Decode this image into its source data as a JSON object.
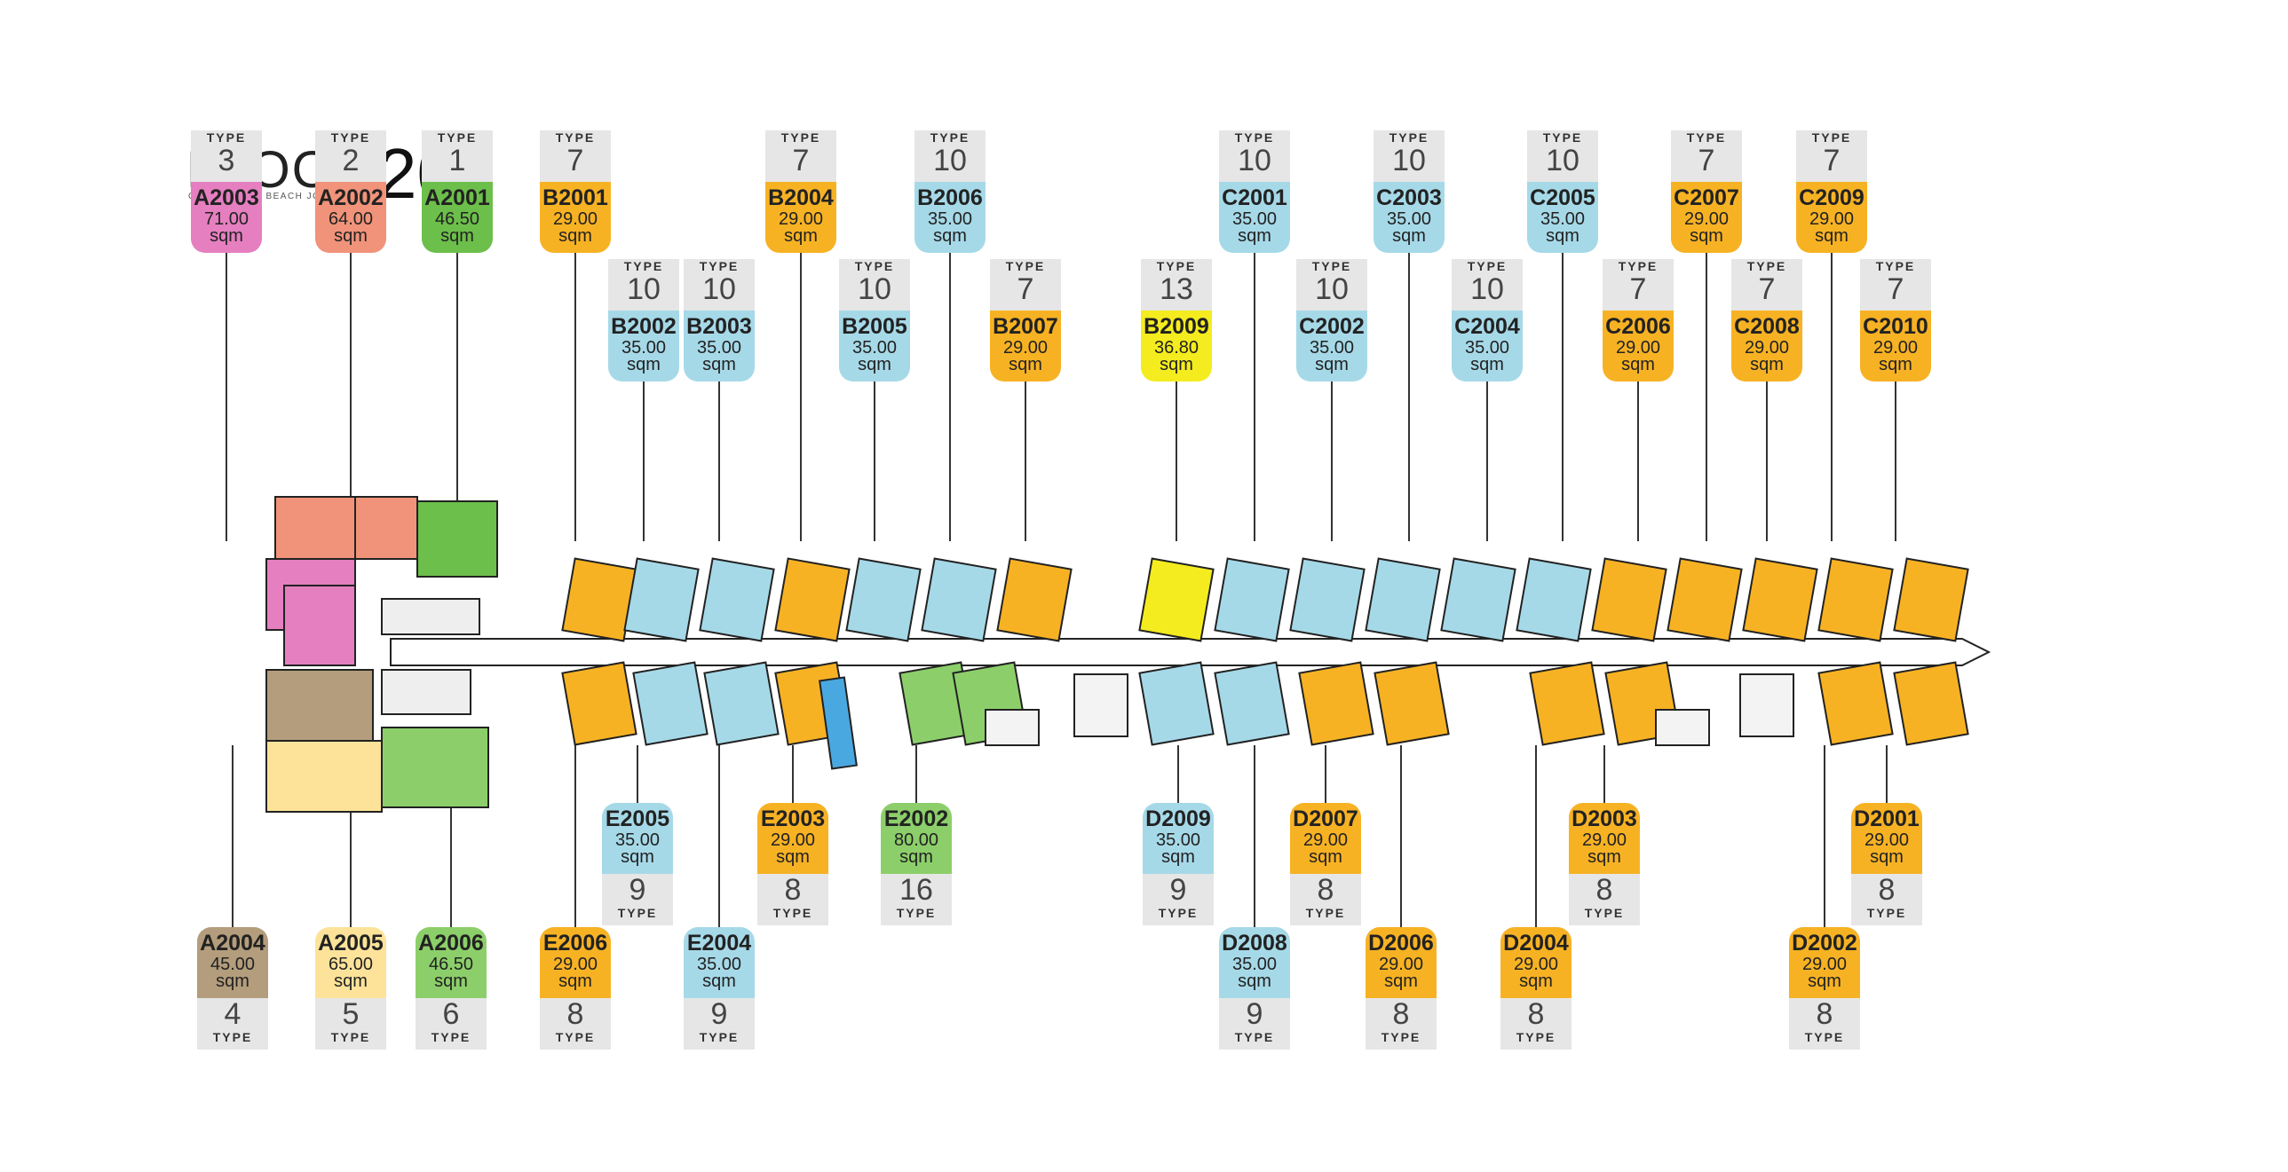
{
  "header": {
    "floor_label": "FLOOR",
    "floor_number": "20",
    "subtitle": "COPACABANA BEACH JOMTIEN"
  },
  "labels": {
    "type_word": "TYPE",
    "unit_word": "sqm"
  },
  "colors": {
    "pink": "#e57fc0",
    "salmon": "#f0937a",
    "green": "#6cbf4a",
    "orange": "#f7b224",
    "blue": "#a6d9e8",
    "yellow": "#f4ec1e",
    "tan": "#b39d7c",
    "lightyellow": "#fde39a",
    "lightgreen": "#8ccf6a",
    "gray": "#e6e6e6"
  },
  "units_top_row1": [
    {
      "id": "A2003",
      "type": "3",
      "area": "71.00",
      "color": "pink"
    },
    {
      "id": "A2002",
      "type": "2",
      "area": "64.00",
      "color": "salmon"
    },
    {
      "id": "A2001",
      "type": "1",
      "area": "46.50",
      "color": "green"
    },
    {
      "id": "B2001",
      "type": "7",
      "area": "29.00",
      "color": "orange"
    },
    {
      "id": "B2004",
      "type": "7",
      "area": "29.00",
      "color": "orange"
    },
    {
      "id": "B2006",
      "type": "10",
      "area": "35.00",
      "color": "blue"
    },
    {
      "id": "C2001",
      "type": "10",
      "area": "35.00",
      "color": "blue"
    },
    {
      "id": "C2003",
      "type": "10",
      "area": "35.00",
      "color": "blue"
    },
    {
      "id": "C2005",
      "type": "10",
      "area": "35.00",
      "color": "blue"
    },
    {
      "id": "C2007",
      "type": "7",
      "area": "29.00",
      "color": "orange"
    },
    {
      "id": "C2009",
      "type": "7",
      "area": "29.00",
      "color": "orange"
    }
  ],
  "units_top_row2": [
    {
      "id": "B2002",
      "type": "10",
      "area": "35.00",
      "color": "blue"
    },
    {
      "id": "B2003",
      "type": "10",
      "area": "35.00",
      "color": "blue"
    },
    {
      "id": "B2005",
      "type": "10",
      "area": "35.00",
      "color": "blue"
    },
    {
      "id": "B2007",
      "type": "7",
      "area": "29.00",
      "color": "orange"
    },
    {
      "id": "B2009",
      "type": "13",
      "area": "36.80",
      "color": "yellow"
    },
    {
      "id": "C2002",
      "type": "10",
      "area": "35.00",
      "color": "blue"
    },
    {
      "id": "C2004",
      "type": "10",
      "area": "35.00",
      "color": "blue"
    },
    {
      "id": "C2006",
      "type": "7",
      "area": "29.00",
      "color": "orange"
    },
    {
      "id": "C2008",
      "type": "7",
      "area": "29.00",
      "color": "orange"
    },
    {
      "id": "C2010",
      "type": "7",
      "area": "29.00",
      "color": "orange"
    }
  ],
  "units_bottom_row1": [
    {
      "id": "E2005",
      "type": "9",
      "area": "35.00",
      "color": "blue"
    },
    {
      "id": "E2003",
      "type": "8",
      "area": "29.00",
      "color": "orange"
    },
    {
      "id": "E2002",
      "type": "16",
      "area": "80.00",
      "color": "lightgreen"
    },
    {
      "id": "D2009",
      "type": "9",
      "area": "35.00",
      "color": "blue"
    },
    {
      "id": "D2007",
      "type": "8",
      "area": "29.00",
      "color": "orange"
    },
    {
      "id": "D2003",
      "type": "8",
      "area": "29.00",
      "color": "orange"
    },
    {
      "id": "D2001",
      "type": "8",
      "area": "29.00",
      "color": "orange"
    }
  ],
  "units_bottom_row2": [
    {
      "id": "A2004",
      "type": "4",
      "area": "45.00",
      "color": "tan"
    },
    {
      "id": "A2005",
      "type": "5",
      "area": "65.00",
      "color": "lightyellow"
    },
    {
      "id": "A2006",
      "type": "6",
      "area": "46.50",
      "color": "lightgreen"
    },
    {
      "id": "E2006",
      "type": "8",
      "area": "29.00",
      "color": "orange"
    },
    {
      "id": "E2004",
      "type": "9",
      "area": "35.00",
      "color": "blue"
    },
    {
      "id": "D2008",
      "type": "9",
      "area": "35.00",
      "color": "blue"
    },
    {
      "id": "D2006",
      "type": "8",
      "area": "29.00",
      "color": "orange"
    },
    {
      "id": "D2004",
      "type": "8",
      "area": "29.00",
      "color": "orange"
    },
    {
      "id": "D2002",
      "type": "8",
      "area": "29.00",
      "color": "orange"
    }
  ]
}
